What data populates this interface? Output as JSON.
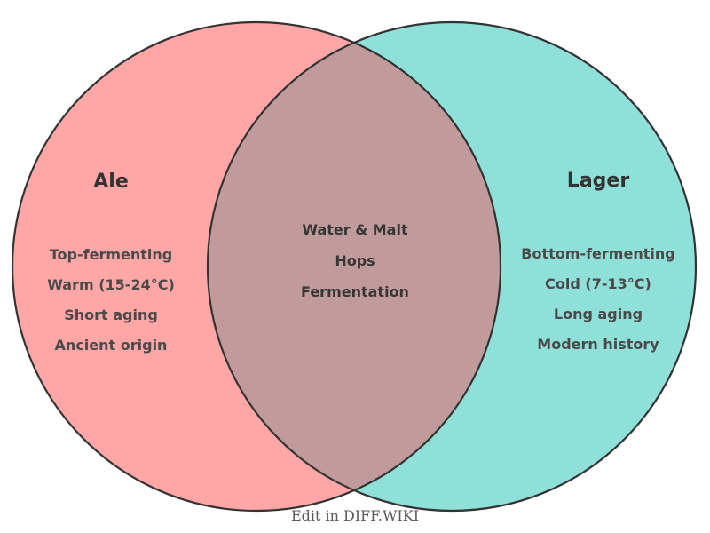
{
  "diagram": {
    "type": "venn",
    "left": {
      "title": "Ale",
      "color": "#FFA6A6",
      "items": [
        "Top-fermenting",
        "Warm (15-24°C)",
        "Short aging",
        "Ancient origin"
      ]
    },
    "right": {
      "title": "Lager",
      "color": "#8FE0D9",
      "items": [
        "Bottom-fermenting",
        "Cold (7-13°C)",
        "Long aging",
        "Modern history"
      ]
    },
    "overlap": {
      "color": "#C19B9B",
      "items": [
        "Water & Malt",
        "Hops",
        "Fermentation"
      ]
    },
    "outline_color": "#333333",
    "title_color": "#333333",
    "item_color": "#4A4A4A",
    "overlap_text_color": "#363636",
    "footer": {
      "label": "Edit in DIFF.WIKI",
      "color": "#5A5A5A"
    }
  }
}
